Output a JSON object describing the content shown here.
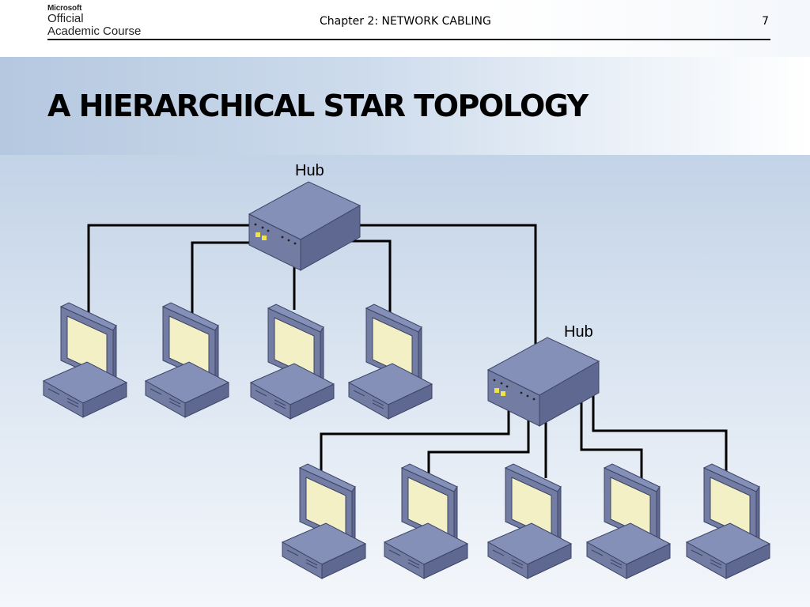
{
  "header": {
    "brand": "Microsoft",
    "course_line1": "Official",
    "course_line2": "Academic Course",
    "chapter": "Chapter 2: NETWORK CABLING",
    "page": "7"
  },
  "slide": {
    "title": "A HIERARCHICAL STAR TOPOLOGY"
  },
  "diagram": {
    "hubs": [
      {
        "label": "Hub"
      },
      {
        "label": "Hub"
      }
    ],
    "colors": {
      "device_top": "#8590b8",
      "device_side": "#5f6891",
      "device_front": "#737ca3",
      "screen": "#f4f0c6",
      "cable": "#000000"
    }
  }
}
